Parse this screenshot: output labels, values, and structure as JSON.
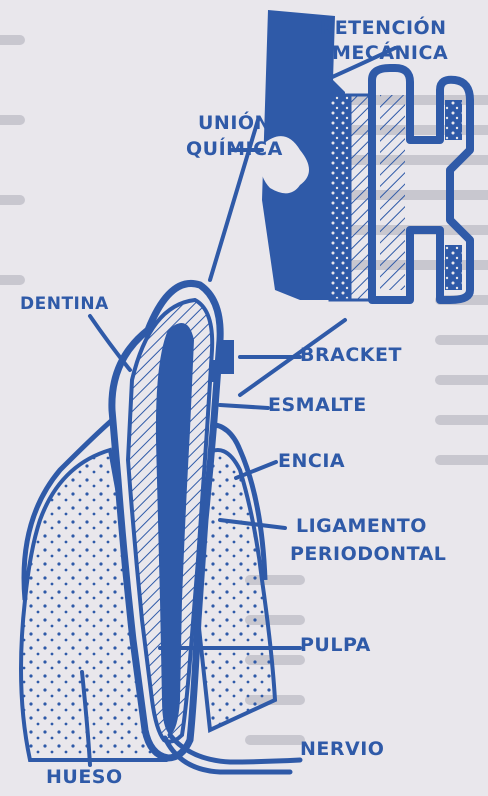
{
  "labels": {
    "retencion": [
      "RETENCIÓN",
      "MECÁNICA"
    ],
    "union": [
      "UNIÓN",
      "QUÍMICA"
    ],
    "dentina": "DENTINA",
    "bracket": "BRACKET",
    "esmalte": "ESMALTE",
    "encia": "ENCIA",
    "ligamento": [
      "LIGAMENTO",
      "PERIODONTAL"
    ],
    "pulpa": "PULPA",
    "nervio": "NERVIO",
    "hueso": "HUESO"
  },
  "colors": {
    "ink": "#2f5aa8",
    "paper": "#e9e7ec",
    "background_text": "#b9b8c2"
  }
}
